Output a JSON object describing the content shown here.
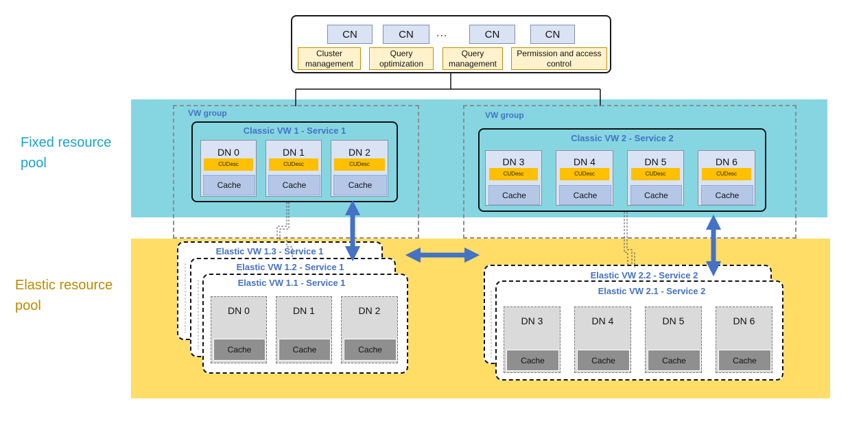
{
  "pools": {
    "fixed": "Fixed resource pool",
    "elastic": "Elastic resource pool"
  },
  "cn_layer": {
    "cn_label": "CN",
    "ellipsis": "...",
    "functions": [
      "Cluster management",
      "Query optimization",
      "Query management",
      "Permission and access control"
    ]
  },
  "vw_group_label": "VW group",
  "classic": {
    "vw1": {
      "title": "Classic VW 1 - Service 1",
      "nodes": [
        "DN 0",
        "DN 1",
        "DN 2"
      ]
    },
    "vw2": {
      "title": "Classic VW 2 - Service 2",
      "nodes": [
        "DN 3",
        "DN 4",
        "DN 5",
        "DN 6"
      ]
    },
    "cudesc_label": "CUDesc",
    "cache_label": "Cache"
  },
  "elastic": {
    "left": {
      "titles": [
        "Elastic VW 1.3 - Service 1",
        "Elastic VW 1.2 - Service 1",
        "Elastic VW 1.1 - Service 1"
      ],
      "nodes": [
        "DN 0",
        "DN 1",
        "DN 2"
      ]
    },
    "right": {
      "titles": [
        "Elastic VW 2.2 - Service 2",
        "Elastic VW 2.1 - Service 2"
      ],
      "nodes": [
        "DN 3",
        "DN 4",
        "DN 5",
        "DN 6"
      ]
    },
    "cache_label": "Cache"
  },
  "colors": {
    "fixed_band": "#86D6E2",
    "elastic_band": "#FFDD66",
    "arrow": "#4472C4",
    "title_blue": "#4472C4"
  }
}
